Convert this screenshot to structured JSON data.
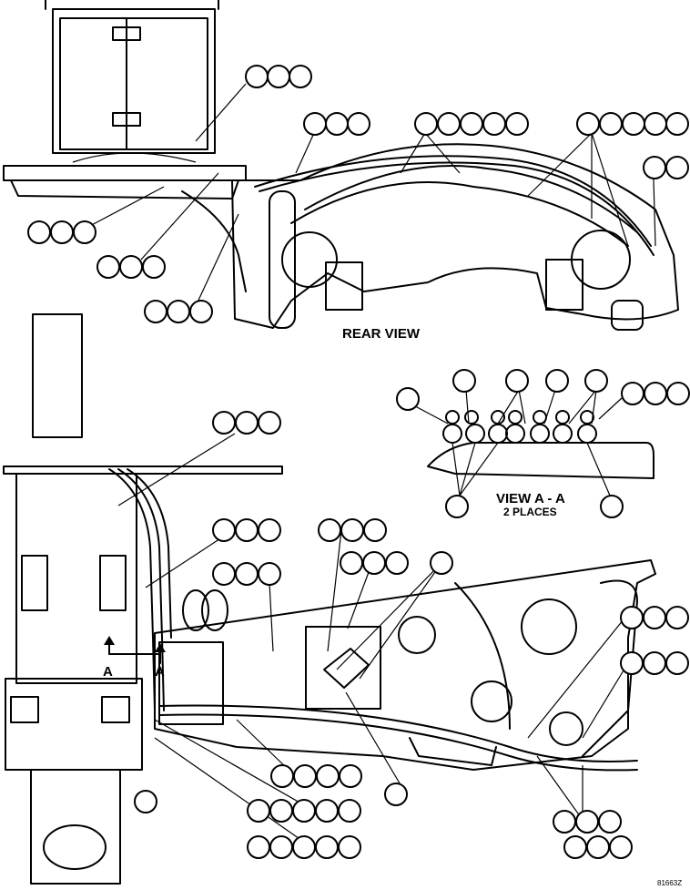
{
  "labels": {
    "rear_view": "REAR VIEW",
    "view_aa": "VIEW A - A",
    "places": "2 PLACES",
    "section_left": "A",
    "section_right": "A",
    "drawing_number": "81663Z"
  }
}
